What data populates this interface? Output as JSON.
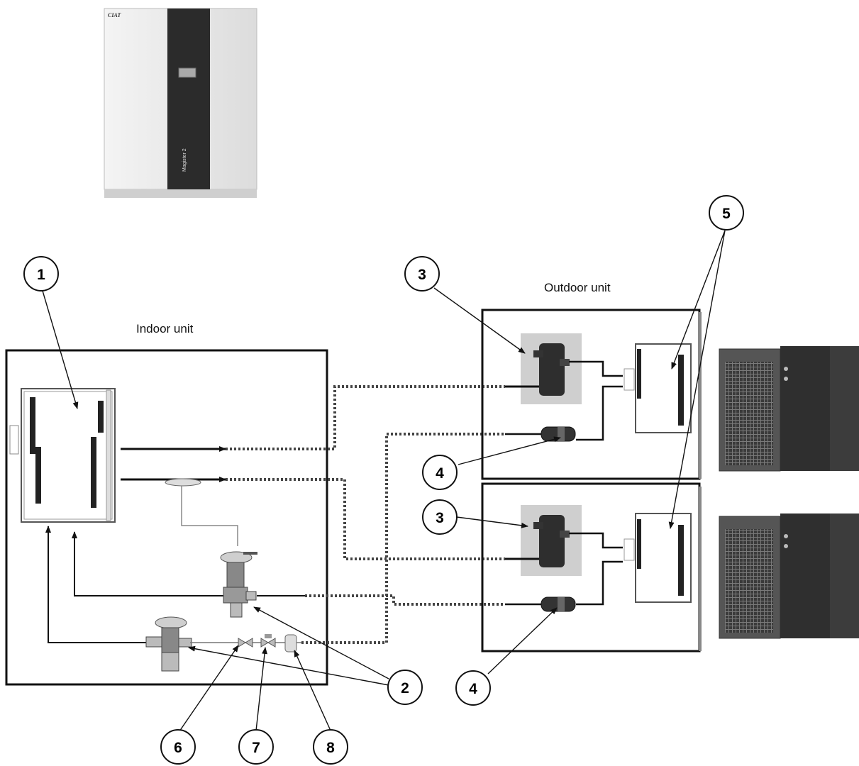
{
  "labels": {
    "indoor_unit": "Indoor unit",
    "outdoor_unit": "Outdoor unit"
  },
  "product": {
    "brand": "CIAT",
    "model": "Magister 2"
  },
  "callouts": [
    "1",
    "2",
    "3",
    "3",
    "4",
    "4",
    "5",
    "6",
    "7",
    "8"
  ],
  "colors": {
    "line": "#111111",
    "pipe_dotted": "#444444",
    "cabinet": "#e9e9e9",
    "panel": "#2b2b2b"
  },
  "icons": [
    "indoor-cabinet-photo",
    "evaporator-coil-icon",
    "compressor-icon",
    "receiver-icon",
    "condenser-coil-icon",
    "expansion-valve-icon",
    "stop-valve-icon",
    "sight-glass-icon",
    "filter-drier-icon",
    "outdoor-unit-photo"
  ]
}
